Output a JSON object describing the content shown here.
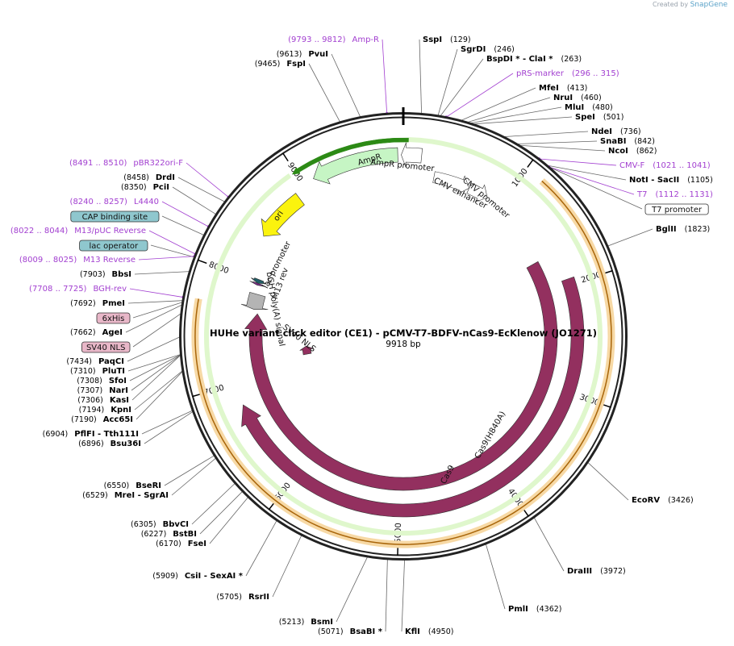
{
  "credit": {
    "created_by": "Created by",
    "brand": "SnapGene"
  },
  "plasmid": {
    "name": "HUHe variant click editor (CE1) - pCMV-T7-BDFV-nCas9-EcKlenow (JO1271)",
    "length_label": "9918 bp",
    "length": 9918
  },
  "ticks": [
    "1000",
    "2000",
    "3000",
    "4000",
    "5000",
    "6000",
    "7000",
    "8000",
    "9000"
  ],
  "features": [
    {
      "name": "Cas9",
      "color": "#93305f",
      "direction": "reverse"
    },
    {
      "name": "Cas9(H840A)",
      "color": "#93305f",
      "direction": "reverse"
    },
    {
      "name": "SV40 NLS",
      "color": "#93305f",
      "direction": "reverse"
    },
    {
      "name": "AmpR",
      "color": "#c6f5c4",
      "direction": "reverse"
    },
    {
      "name": "AmpR promoter",
      "color": "#ffffff",
      "direction": "reverse"
    },
    {
      "name": "ori",
      "color": "#fbf30e",
      "direction": "reverse"
    },
    {
      "name": "CMV enhancer",
      "color": "#ffffff",
      "direction": "forward"
    },
    {
      "name": "CMV promoter",
      "color": "#ffffff",
      "direction": "forward"
    },
    {
      "name": "lac promoter",
      "color": "#ffffff",
      "direction": "reverse"
    },
    {
      "name": "M13 rev",
      "color": "#ffffff",
      "direction": "reverse"
    },
    {
      "name": "bGH poly(A) signal",
      "color": "#b4b4b4",
      "direction": "reverse"
    }
  ],
  "sites_right": [
    {
      "name": "SspI",
      "pos": "(129)"
    },
    {
      "name": "SgrDI",
      "pos": "(246)"
    },
    {
      "name": "BspDI * - ClaI *",
      "pos": "(263)"
    },
    {
      "name": "pRS-marker",
      "pos": "(296 .. 315)",
      "primer": true
    },
    {
      "name": "MfeI",
      "pos": "(413)"
    },
    {
      "name": "NruI",
      "pos": "(460)"
    },
    {
      "name": "MluI",
      "pos": "(480)"
    },
    {
      "name": "SpeI",
      "pos": "(501)"
    },
    {
      "name": "NdeI",
      "pos": "(736)"
    },
    {
      "name": "SnaBI",
      "pos": "(842)"
    },
    {
      "name": "NcoI",
      "pos": "(862)"
    },
    {
      "name": "CMV-F",
      "pos": "(1021 .. 1041)",
      "primer": true
    },
    {
      "name": "NotI - SacII",
      "pos": "(1105)"
    },
    {
      "name": "T7",
      "pos": "(1112 .. 1131)",
      "primer": true
    },
    {
      "name": "T7 promoter",
      "boxed": true
    },
    {
      "name": "BglII",
      "pos": "(1823)"
    },
    {
      "name": "EcoRV",
      "pos": "(3426)"
    },
    {
      "name": "DraIII",
      "pos": "(3972)"
    },
    {
      "name": "PmlI",
      "pos": "(4362)"
    },
    {
      "name": "KflI",
      "pos": "(4950)"
    }
  ],
  "sites_left": [
    {
      "name": "Amp-R",
      "pos": "(9793 .. 9812)",
      "primer": true
    },
    {
      "name": "PvuI",
      "pos": "(9613)"
    },
    {
      "name": "FspI",
      "pos": "(9465)"
    },
    {
      "name": "pBR322ori-F",
      "pos": "(8491 .. 8510)",
      "primer": true
    },
    {
      "name": "DrdI",
      "pos": "(8458)"
    },
    {
      "name": "PciI",
      "pos": "(8350)"
    },
    {
      "name": "L4440",
      "pos": "(8240 .. 8257)",
      "primer": true
    },
    {
      "name": "CAP binding site",
      "boxed": true,
      "fill": "#8fc7ce"
    },
    {
      "name": "M13/pUC Reverse",
      "pos": "(8022 .. 8044)",
      "primer": true
    },
    {
      "name": "lac operator",
      "boxed": true,
      "fill": "#8fc7ce"
    },
    {
      "name": "M13 Reverse",
      "pos": "(8009 .. 8025)",
      "primer": true
    },
    {
      "name": "BbsI",
      "pos": "(7903)"
    },
    {
      "name": "BGH-rev",
      "pos": "(7708 .. 7725)",
      "primer": true
    },
    {
      "name": "PmeI",
      "pos": "(7692)"
    },
    {
      "name": "6xHis",
      "boxed": true,
      "fill": "#e8b7c8"
    },
    {
      "name": "AgeI",
      "pos": "(7662)"
    },
    {
      "name": "SV40 NLS",
      "boxed": true,
      "fill": "#e8b7c8"
    },
    {
      "name": "PaqCI",
      "pos": "(7434)"
    },
    {
      "name": "PluTI",
      "pos": "(7310)"
    },
    {
      "name": "SfoI",
      "pos": "(7308)"
    },
    {
      "name": "NarI",
      "pos": "(7307)"
    },
    {
      "name": "KasI",
      "pos": "(7306)"
    },
    {
      "name": "KpnI",
      "pos": "(7194)"
    },
    {
      "name": "Acc65I",
      "pos": "(7190)"
    },
    {
      "name": "PflFI - Tth111I",
      "pos": "(6904)"
    },
    {
      "name": "Bsu36I",
      "pos": "(6896)"
    },
    {
      "name": "BseRI",
      "pos": "(6550)"
    },
    {
      "name": "MreI - SgrAI",
      "pos": "(6529)"
    },
    {
      "name": "BbvCI",
      "pos": "(6305)"
    },
    {
      "name": "BstBI",
      "pos": "(6227)"
    },
    {
      "name": "FseI",
      "pos": "(6170)"
    },
    {
      "name": "CsiI - SexAI *",
      "pos": "(5909)"
    },
    {
      "name": "RsrII",
      "pos": "(5705)"
    },
    {
      "name": "BsmI",
      "pos": "(5213)"
    },
    {
      "name": "BsaBI *",
      "pos": "(5071)"
    }
  ]
}
